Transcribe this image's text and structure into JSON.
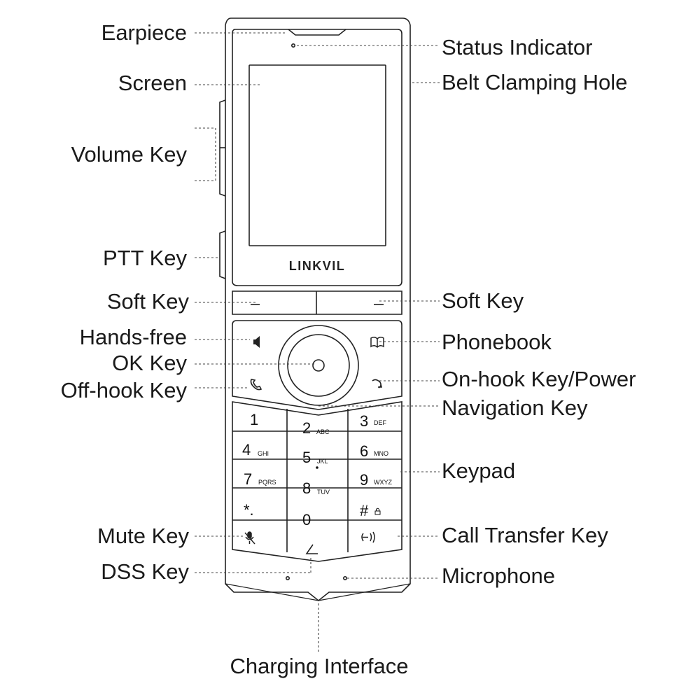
{
  "brand": "LINKVIL",
  "labels": {
    "earpiece": "Earpiece",
    "screen": "Screen",
    "volume_key": "Volume Key",
    "ptt_key": "PTT Key",
    "soft_key_left": "Soft Key",
    "hands_free": "Hands-free",
    "ok_key": "OK Key",
    "off_hook_key": "Off-hook Key",
    "mute_key": "Mute Key",
    "dss_key": "DSS Key",
    "status_indicator": "Status Indicator",
    "belt_clamping_hole": "Belt Clamping Hole",
    "soft_key_right": "Soft Key",
    "phonebook": "Phonebook",
    "on_hook_key_power": "On-hook Key/Power",
    "navigation_key": "Navigation Key",
    "keypad": "Keypad",
    "call_transfer_key": "Call Transfer Key",
    "microphone": "Microphone",
    "charging_interface": "Charging Interface"
  },
  "keypad": {
    "k1": {
      "digit": "1",
      "letters": ""
    },
    "k2": {
      "digit": "2",
      "letters": "ABC"
    },
    "k3": {
      "digit": "3",
      "letters": "DEF"
    },
    "k4": {
      "digit": "4",
      "letters": "GHI"
    },
    "k5": {
      "digit": "5",
      "letters": "JKL"
    },
    "k6": {
      "digit": "6",
      "letters": "MNO"
    },
    "k7": {
      "digit": "7",
      "letters": "PQRS"
    },
    "k8": {
      "digit": "8",
      "letters": "TUV"
    },
    "k9": {
      "digit": "9",
      "letters": "WXYZ"
    },
    "kstar": {
      "digit": "*.",
      "letters": ""
    },
    "k0": {
      "digit": "0",
      "letters": ""
    },
    "khash": {
      "digit": "#",
      "letters": ""
    }
  },
  "icons": {
    "soft_key": "dash-icon",
    "hands_free": "speaker-icon",
    "phonebook": "book-icon",
    "off_hook": "handset-icon",
    "on_hook": "hangup-icon",
    "mute": "microphone-mute-icon",
    "dss": "dss-icon",
    "call_transfer": "transfer-icon",
    "lock": "lock-icon"
  }
}
